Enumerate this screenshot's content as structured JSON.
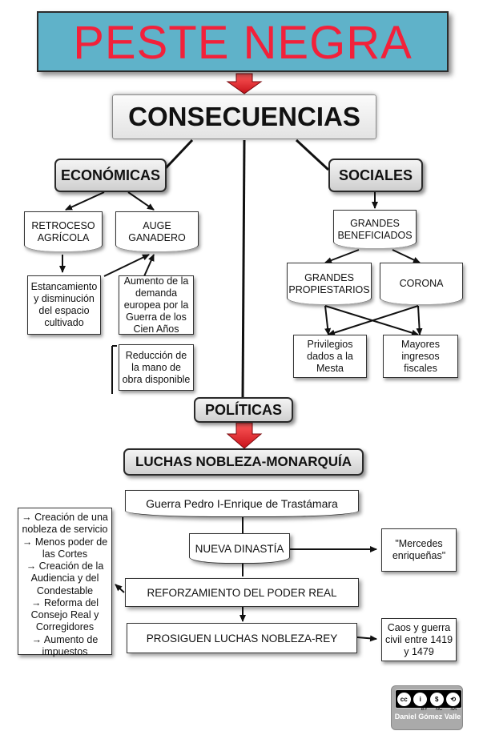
{
  "title": "PESTE NEGRA",
  "consequences": "CONSECUENCIAS",
  "economic": {
    "label": "ECONÓMICAS",
    "retroceso": "RETROCESO AGRÍCOLA",
    "auge": "AUGE GANADERO",
    "estancamiento": "Estancamiento y disminución del espacio cultivado",
    "aumento_demanda": "Aumento de la demanda europea por la Guerra de los Cien Años",
    "reduccion": "Reducción de la mano de obra disponible"
  },
  "social": {
    "label": "SOCIALES",
    "beneficiados": "GRANDES BENEFICIADOS",
    "propietarios": "GRANDES PROPIESTARIOS",
    "corona": "CORONA",
    "privilegios": "Privilegios dados a la Mesta",
    "ingresos": "Mayores ingresos fiscales"
  },
  "political": {
    "label": "POLÍTICAS",
    "luchas": "LUCHAS NOBLEZA-MONARQUÍA",
    "guerra": "Guerra Pedro I-Enrique de Trastámara",
    "dinastia": "NUEVA DINASTÍA",
    "mercedes": "\"Mercedes enriqueñas\"",
    "reforzamiento": "REFORZAMIENTO DEL PODER REAL",
    "prosiguen": "PROSIGUEN LUCHAS NOBLEZA-REY",
    "caos": "Caos y guerra civil entre 1419 y 1479",
    "measures": [
      "→ Creación de una nobleza de servicio",
      "→ Menos poder de las Cortes",
      "→ Creación de la Audiencia y del Condestable",
      "→ Reforma del Consejo Real y Corregidores",
      "→ Aumento de impuestos"
    ]
  },
  "license": {
    "badges": [
      "cc",
      "i",
      "$",
      "⟲"
    ],
    "codes": [
      "BY",
      "NC",
      "SA"
    ],
    "author": "Daniel Gómez Valle"
  },
  "colors": {
    "title_bg": "#5fb2c9",
    "title_text": "#f2213a",
    "arrow_red": "#e8262e"
  }
}
